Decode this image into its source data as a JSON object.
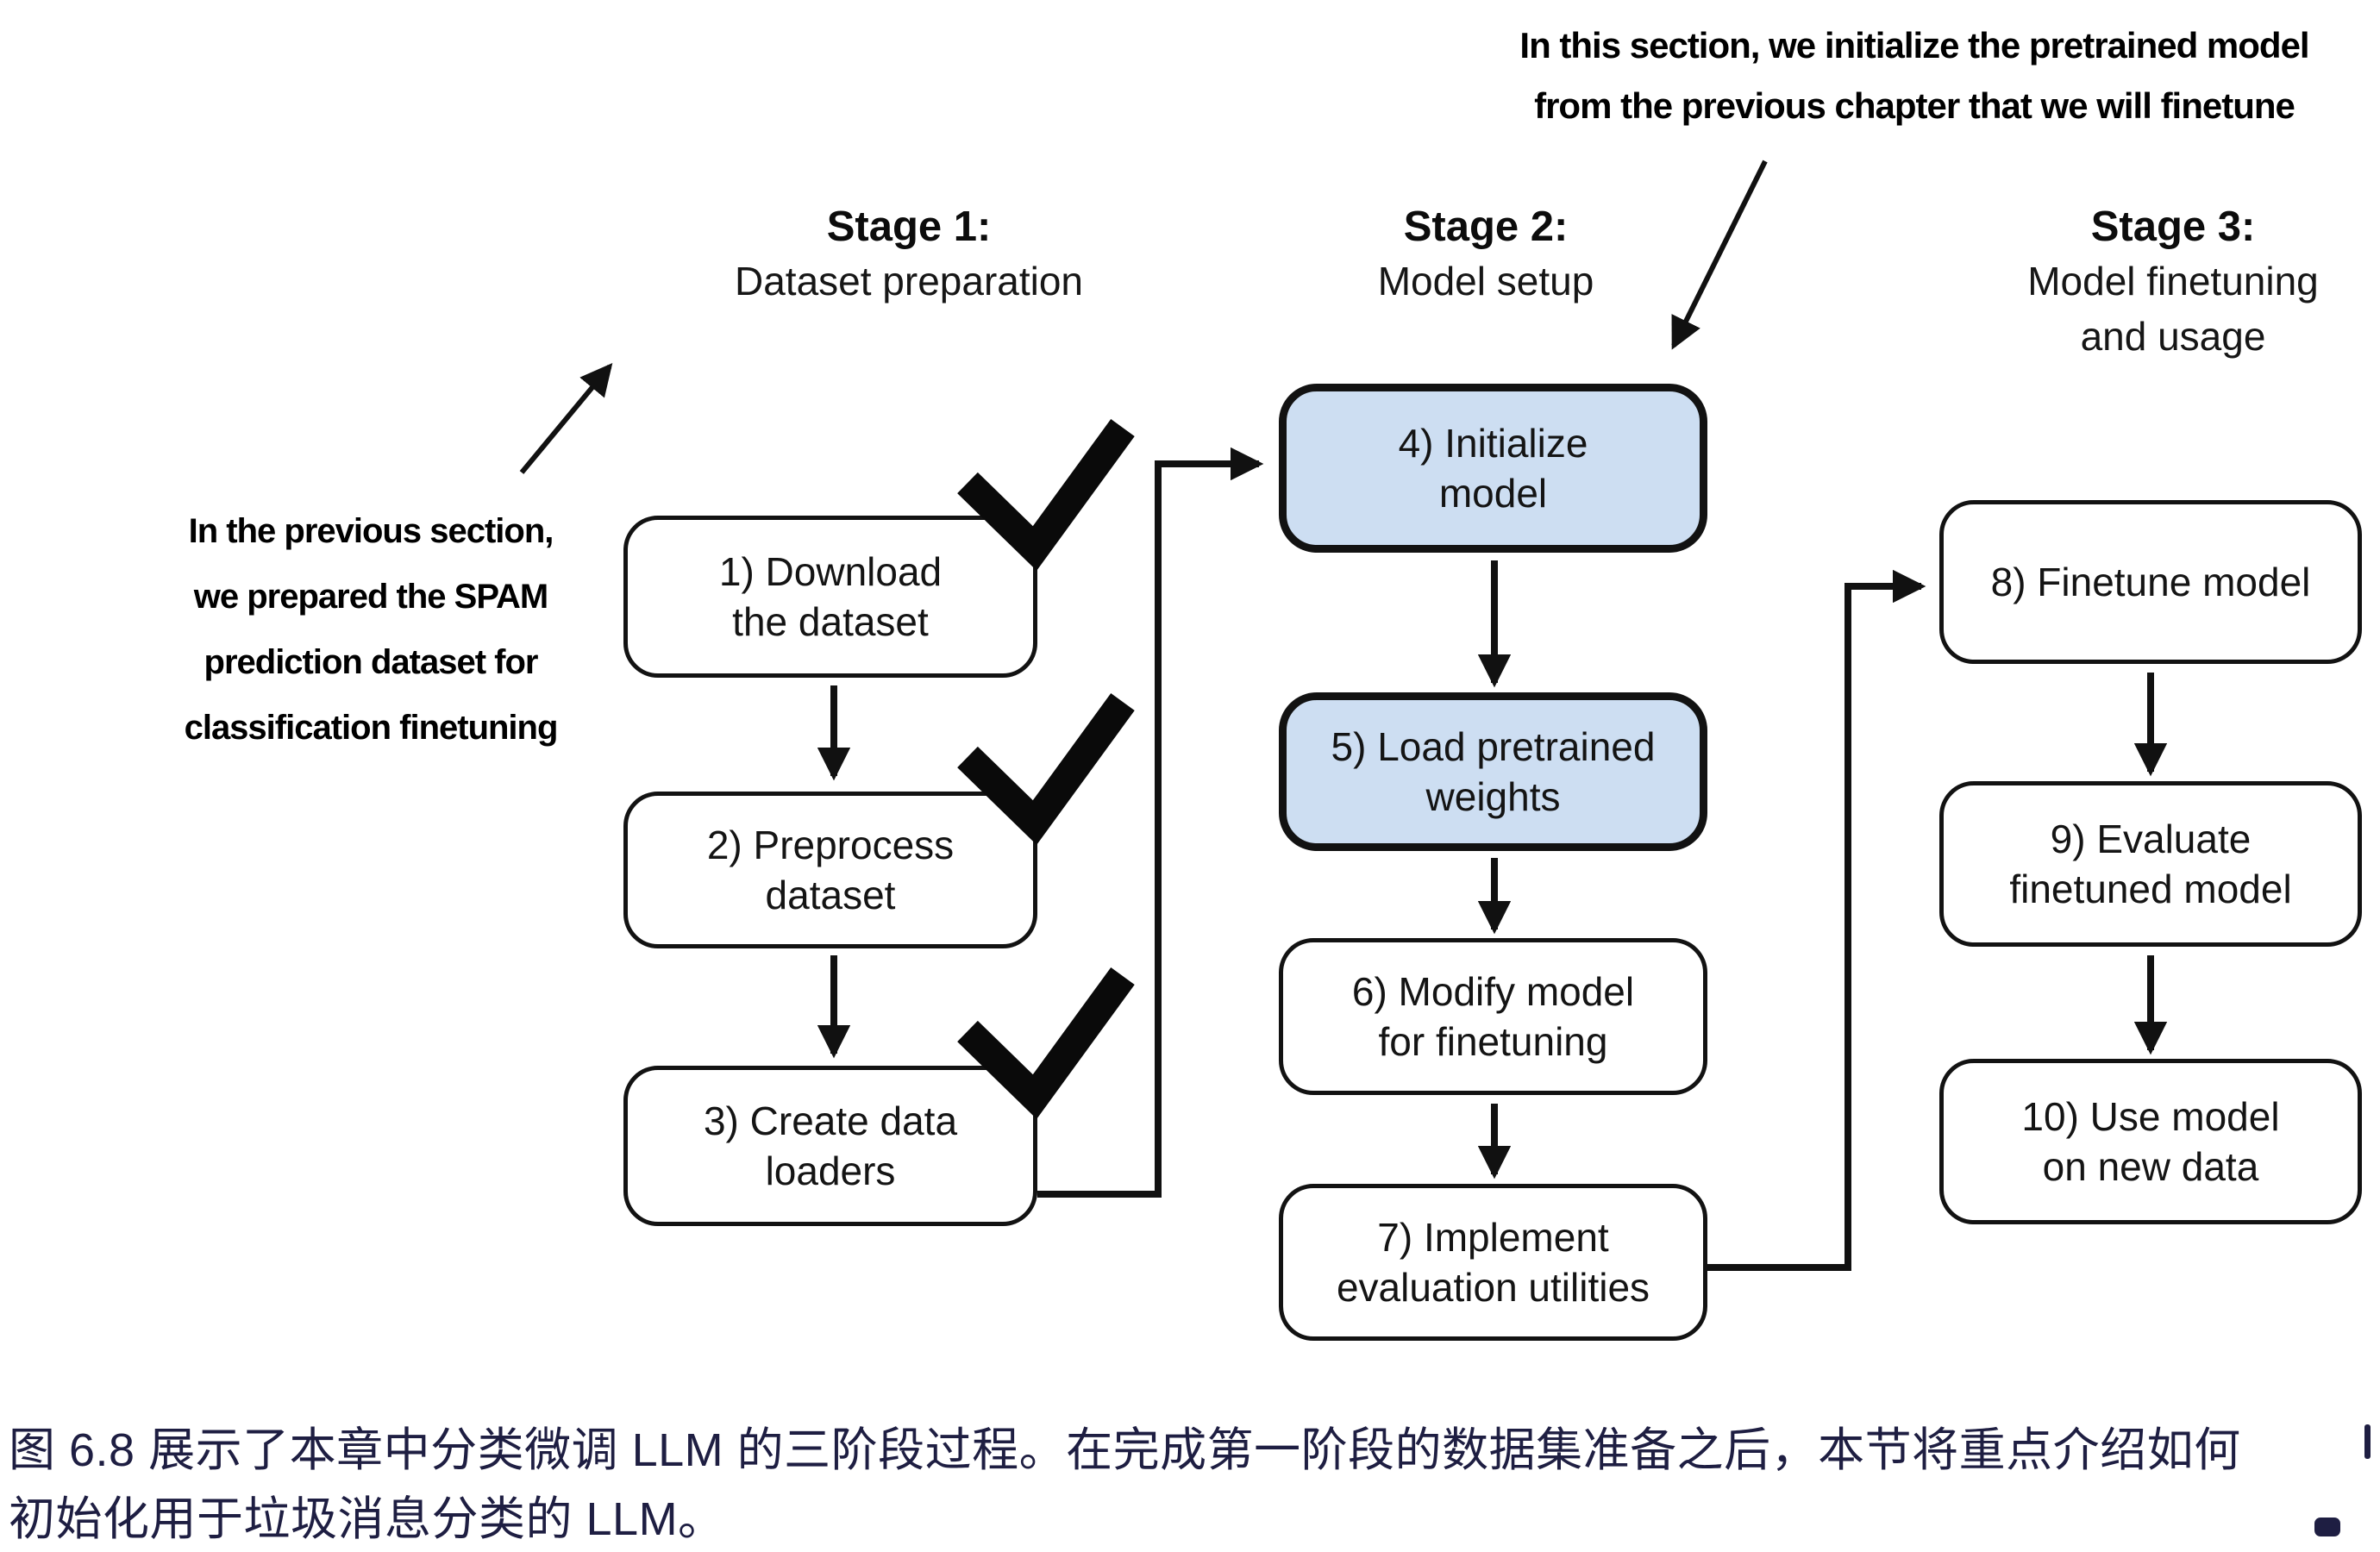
{
  "figure": {
    "annotations": {
      "top": "In this section, we initialize the pretrained model\nfrom the previous chapter that we will finetune",
      "left": "In the previous section,\nwe prepared the SPAM\nprediction dataset for\nclassification finetuning"
    },
    "stages": [
      {
        "title": "Stage 1:",
        "subtitle": "Dataset preparation"
      },
      {
        "title": "Stage 2:",
        "subtitle": "Model setup"
      },
      {
        "title": "Stage 3:",
        "subtitle": "Model finetuning\nand usage"
      }
    ],
    "boxes": [
      {
        "label": "1) Download\nthe dataset",
        "stage": 1,
        "highlighted": false,
        "checked": true
      },
      {
        "label": "2) Preprocess\ndataset",
        "stage": 1,
        "highlighted": false,
        "checked": true
      },
      {
        "label": "3) Create data\nloaders",
        "stage": 1,
        "highlighted": false,
        "checked": true
      },
      {
        "label": "4) Initialize\nmodel",
        "stage": 2,
        "highlighted": true,
        "checked": false
      },
      {
        "label": "5) Load pretrained\nweights",
        "stage": 2,
        "highlighted": true,
        "checked": false
      },
      {
        "label": "6) Modify model\nfor finetuning",
        "stage": 2,
        "highlighted": false,
        "checked": false
      },
      {
        "label": "7) Implement\nevaluation utilities",
        "stage": 2,
        "highlighted": false,
        "checked": false
      },
      {
        "label": "8) Finetune model",
        "stage": 3,
        "highlighted": false,
        "checked": false
      },
      {
        "label": "9) Evaluate\nfinetuned model",
        "stage": 3,
        "highlighted": false,
        "checked": false
      },
      {
        "label": "10) Use model\non new data",
        "stage": 3,
        "highlighted": false,
        "checked": false
      }
    ],
    "colors": {
      "highlight_fill": "#cddef2",
      "line": "#111111",
      "caption_text": "#1e1e42"
    }
  },
  "caption": {
    "text": "图 6.8 展示了本章中分类微调 LLM 的三阶段过程。在完成第一阶段的数据集准备之后，本节将重点介绍如何\n初始化用于垃圾消息分类的 LLM。"
  }
}
